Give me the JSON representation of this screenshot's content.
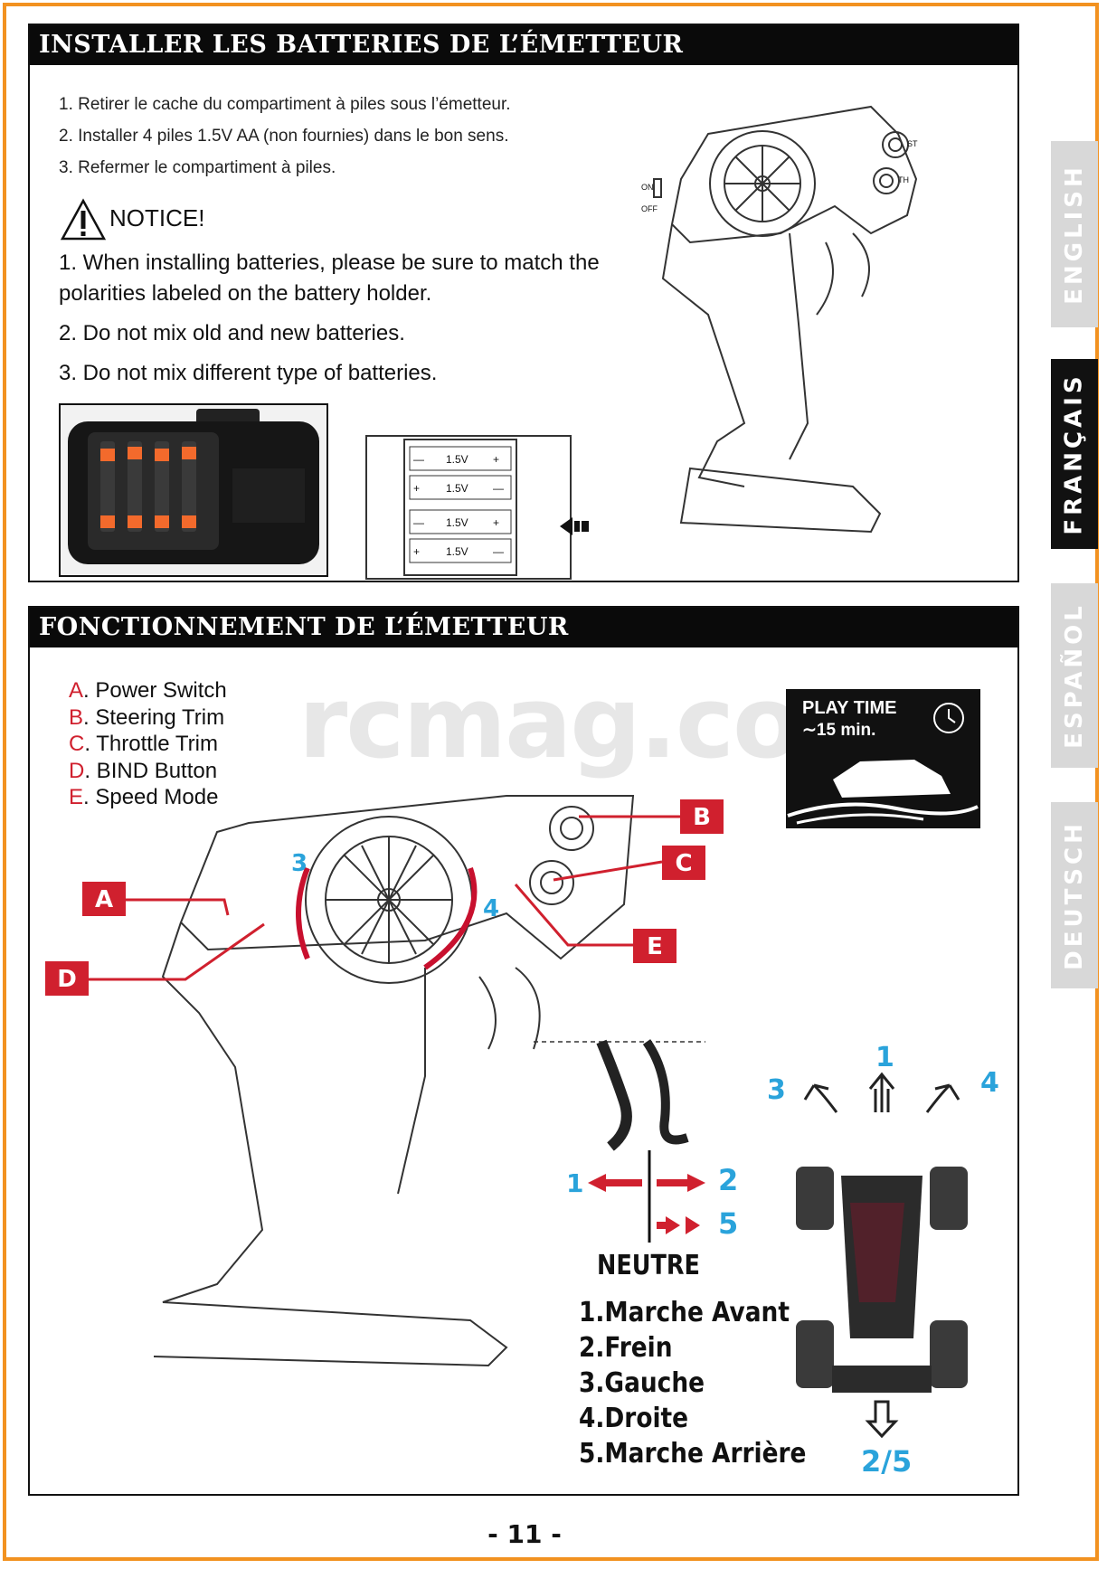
{
  "section1": {
    "title": "INSTALLER LES BATTERIES DE L’ÉMETTEUR",
    "steps": [
      "1. Retirer le cache du compartiment à piles sous l’émetteur.",
      "2. Installer 4 piles 1.5V AA (non fournies) dans le bon sens.",
      "3. Refermer le compartiment à piles."
    ],
    "notice_title": "NOTICE!",
    "notices": [
      "1. When installing batteries, please be sure to match the polarities labeled on the battery holder.",
      "2. Do not mix old and new batteries.",
      "3. Do not mix different type of batteries."
    ],
    "battery_labels": [
      "1.5V",
      "1.5V",
      "1.5V",
      "1.5V"
    ],
    "switch_labels": {
      "on": "ON",
      "off": "OFF"
    },
    "knob_labels": {
      "st": "ST",
      "th": "TH"
    }
  },
  "section2": {
    "title": "FONCTIONNEMENT DE L’ÉMETTEUR",
    "legend": [
      {
        "letter": "A",
        "text": ". Power Switch"
      },
      {
        "letter": "B",
        "text": ". Steering Trim"
      },
      {
        "letter": "C",
        "text": ". Throttle Trim"
      },
      {
        "letter": "D",
        "text": ". BIND Button"
      },
      {
        "letter": "E",
        "text": ". Speed Mode"
      }
    ],
    "play_time": {
      "title": "PLAY TIME",
      "duration": "∼15 min."
    },
    "callouts": [
      "A",
      "B",
      "C",
      "D",
      "E"
    ],
    "wheel_numbers": {
      "left": "3",
      "right": "4"
    },
    "trigger_numbers": {
      "forward": "1",
      "brake": "2",
      "reverse": "5"
    },
    "neutre": "NEUTRE",
    "controls": [
      "1.Marche Avant",
      "2.Frein",
      "3.Gauche",
      "4.Droite",
      "5.Marche Arrière"
    ],
    "car_numbers": {
      "left": "3",
      "up": "1",
      "right": "4",
      "down": "2/5"
    }
  },
  "language_tabs": [
    {
      "label": "ENGLISH",
      "active": false
    },
    {
      "label": "FRANÇAIS",
      "active": true
    },
    {
      "label": "ESPAÑOL",
      "active": false
    },
    {
      "label": "DEUTSCH",
      "active": false
    }
  ],
  "watermark": "rcmag.com",
  "page_number": "- 11 -",
  "colors": {
    "accent_red": "#d0202e",
    "accent_blue": "#2aa3db",
    "border_orange": "#f29220"
  }
}
